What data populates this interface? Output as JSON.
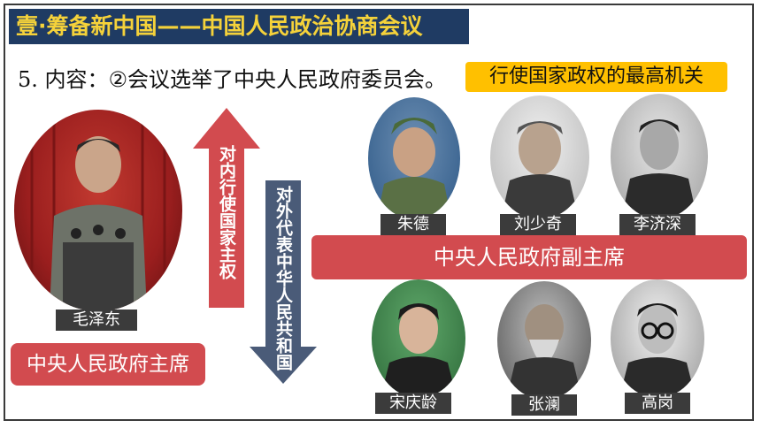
{
  "header": {
    "title": "壹·筹备新中国——中国人民政治协商会议"
  },
  "content_line": {
    "number": "5.",
    "text": "内容：②会议选举了中央人民政府委员会。"
  },
  "highlight": {
    "text": "行使国家政权的最高机关"
  },
  "arrows": {
    "up": {
      "text": "对内行使国家主权",
      "color": "#d24b4f"
    },
    "down": {
      "text": "对外代表中华人民共和国",
      "color": "#4a5b78"
    }
  },
  "chairman": {
    "name": "毛泽东",
    "role": "中央人民政府主席"
  },
  "vice_chair_label": "中央人民政府副主席",
  "vice_chairs_top": [
    "朱德",
    "刘少奇",
    "李济深"
  ],
  "vice_chairs_bottom": [
    "宋庆龄",
    "张澜",
    "高岗"
  ]
}
